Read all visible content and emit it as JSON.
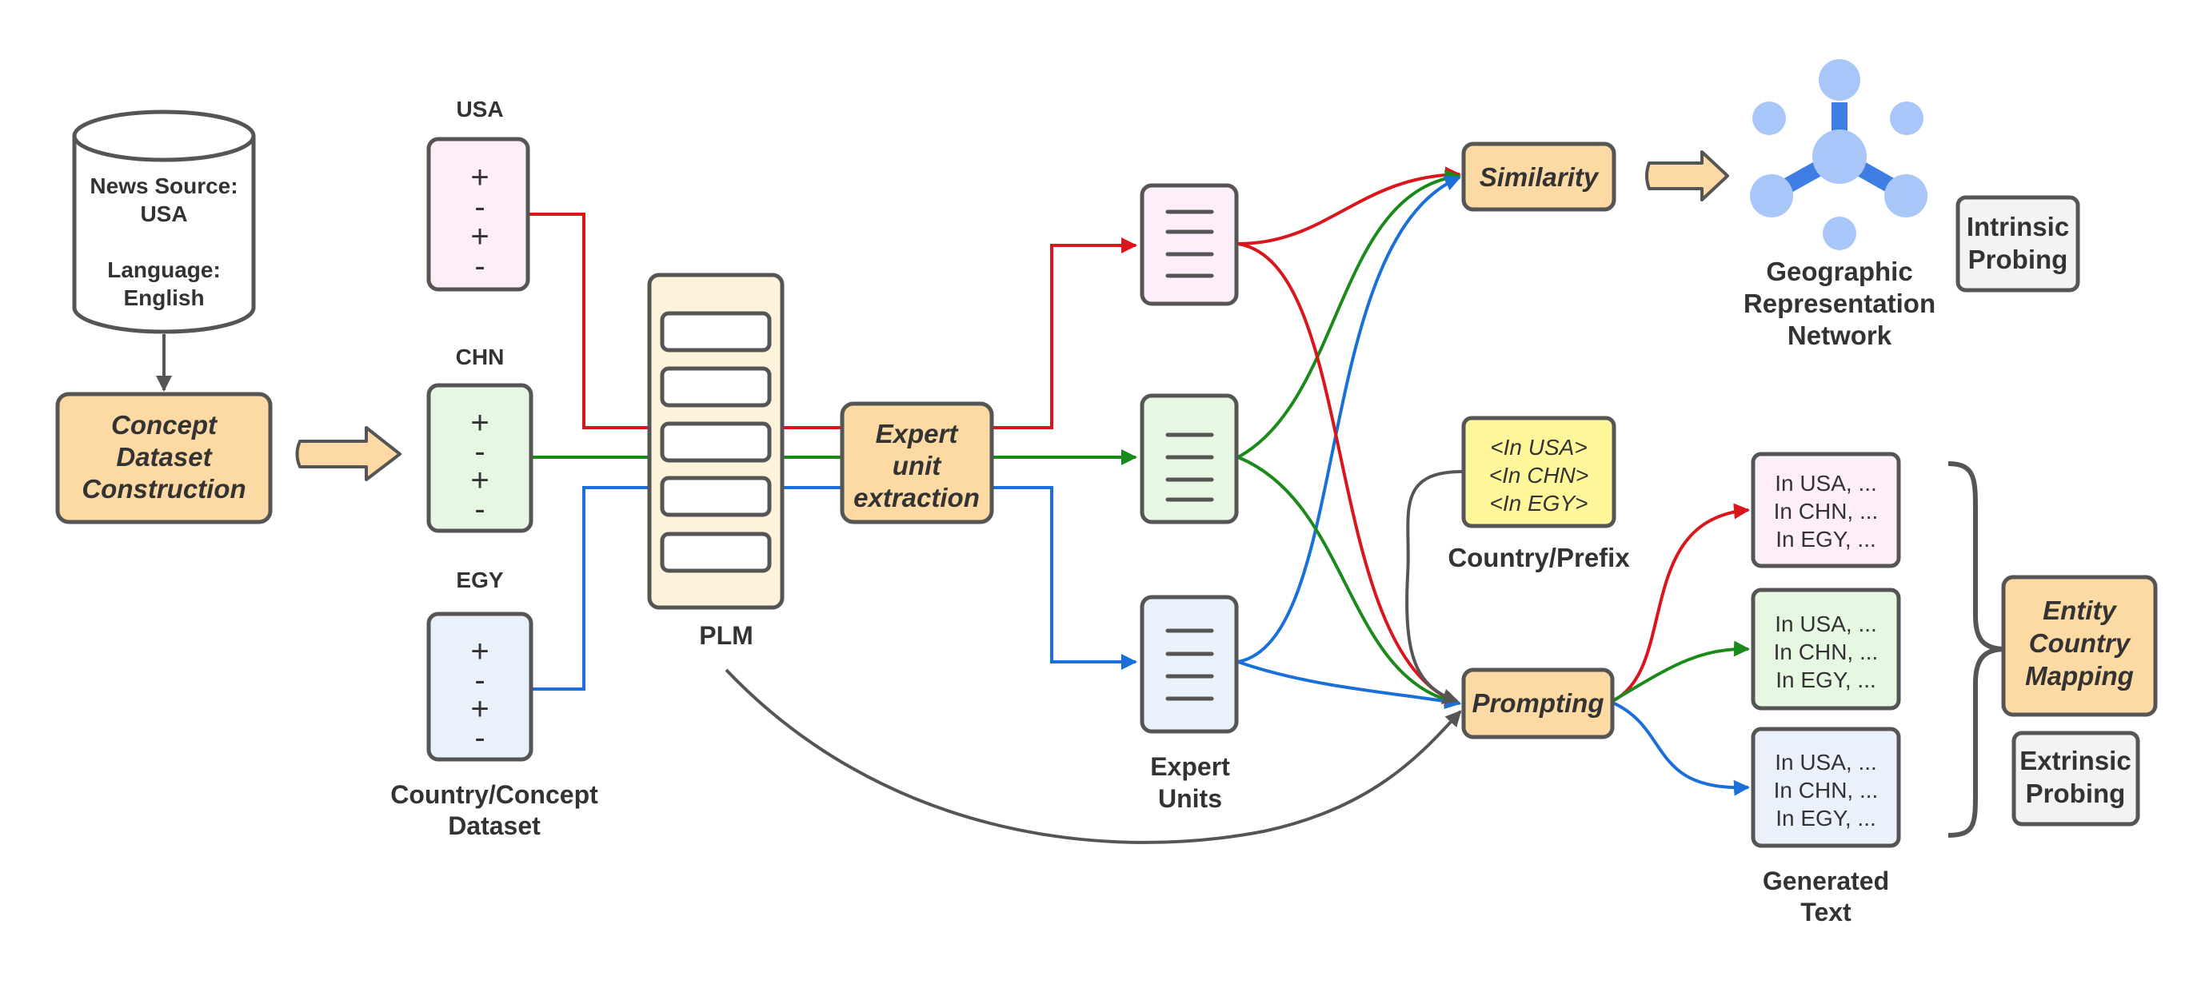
{
  "colors": {
    "orange": "#fdd9a3",
    "red": "#d9161c",
    "green": "#1a8a1a",
    "blue": "#1a6fd9",
    "pink": "#fdeefa",
    "lightgreen": "#e6f7e2",
    "lightblue": "#eaf1fb",
    "yellow": "#fff79a",
    "gray": "#f3f3f3",
    "cream": "#fdf2da",
    "node": "#a8c6f7",
    "edge": "#3e7ee3"
  },
  "source": {
    "line1": "News Source:",
    "line2": "USA",
    "line3": "Language:",
    "line4": "English"
  },
  "concept_box": [
    "Concept",
    "Dataset",
    "Construction"
  ],
  "datasets": [
    {
      "label": "USA",
      "signs": [
        "+",
        "-",
        "+",
        "-"
      ]
    },
    {
      "label": "CHN",
      "signs": [
        "+",
        "-",
        "+",
        "-"
      ]
    },
    {
      "label": "EGY",
      "signs": [
        "+",
        "-",
        "+",
        "-"
      ]
    }
  ],
  "dataset_caption": [
    "Country/Concept",
    "Dataset"
  ],
  "plm_label": "PLM",
  "expert_box": [
    "Expert",
    "unit",
    "extraction"
  ],
  "expert_caption": [
    "Expert",
    "Units"
  ],
  "similarity_label": "Similarity",
  "network_caption": [
    "Geographic",
    "Representation",
    "Network"
  ],
  "intrinsic_label": [
    "Intrinsic",
    "Probing"
  ],
  "prefix_lines": [
    "<In USA>",
    "<In CHN>",
    "<In EGY>"
  ],
  "prefix_caption": "Country/Prefix",
  "prompting_label": "Prompting",
  "generated_lines": [
    "In USA, ...",
    "In CHN, ...",
    "In EGY, ..."
  ],
  "generated_caption": [
    "Generated",
    "Text"
  ],
  "mapping_box": [
    "Entity",
    "Country",
    "Mapping"
  ],
  "extrinsic_label": [
    "Extrinsic",
    "Probing"
  ]
}
